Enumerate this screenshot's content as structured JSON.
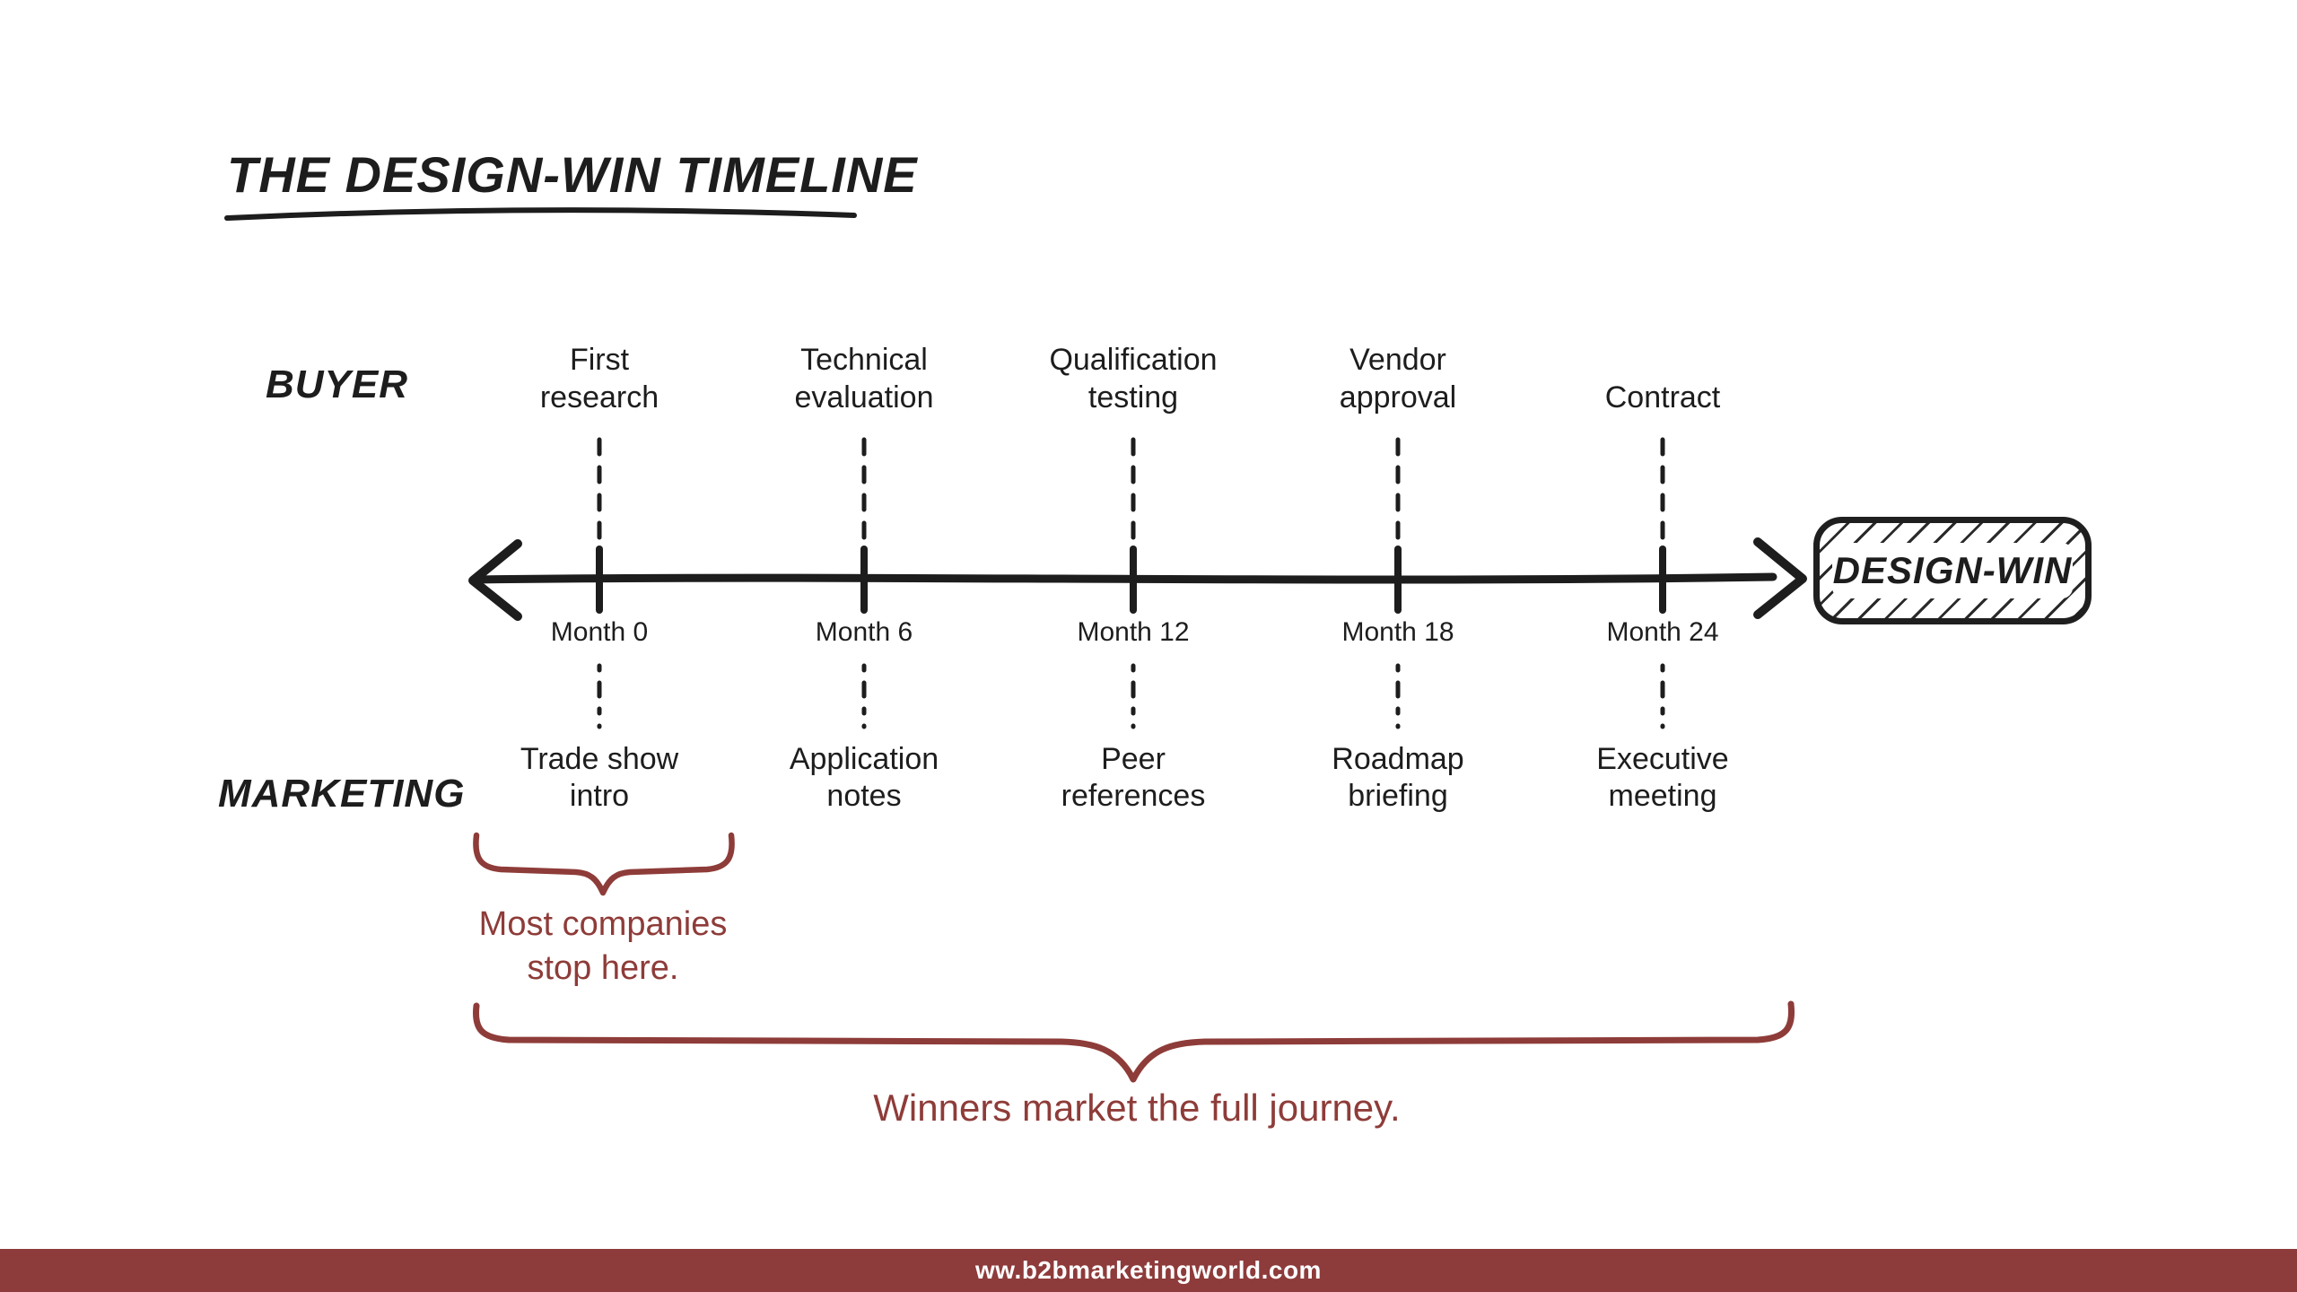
{
  "title": "THE DESIGN-WIN TIMELINE",
  "colors": {
    "ink": "#1d1d1d",
    "accent": "#8e3c39",
    "footer_background": "#8e3b3b",
    "footer_text": "#ffffff"
  },
  "rows": {
    "buyer_label": "BUYER",
    "marketing_label": "MARKETING"
  },
  "timeline": {
    "milestones": [
      {
        "month": "Month 0",
        "buyer": "First\nresearch",
        "marketing": "Trade show\nintro"
      },
      {
        "month": "Month 6",
        "buyer": "Technical\nevaluation",
        "marketing": "Application\nnotes"
      },
      {
        "month": "Month 12",
        "buyer": "Qualification\ntesting",
        "marketing": "Peer\nreferences"
      },
      {
        "month": "Month 18",
        "buyer": "Vendor\napproval",
        "marketing": "Roadmap\nbriefing"
      },
      {
        "month": "Month 24",
        "buyer": "Contract",
        "marketing": "Executive\nmeeting"
      }
    ],
    "endpoint": "DESIGN-WIN"
  },
  "annotations": {
    "stop_here": "Most companies\nstop here.",
    "full_journey": "Winners market the full journey."
  },
  "footer": {
    "url": "ww.b2bmarketingworld.com"
  }
}
